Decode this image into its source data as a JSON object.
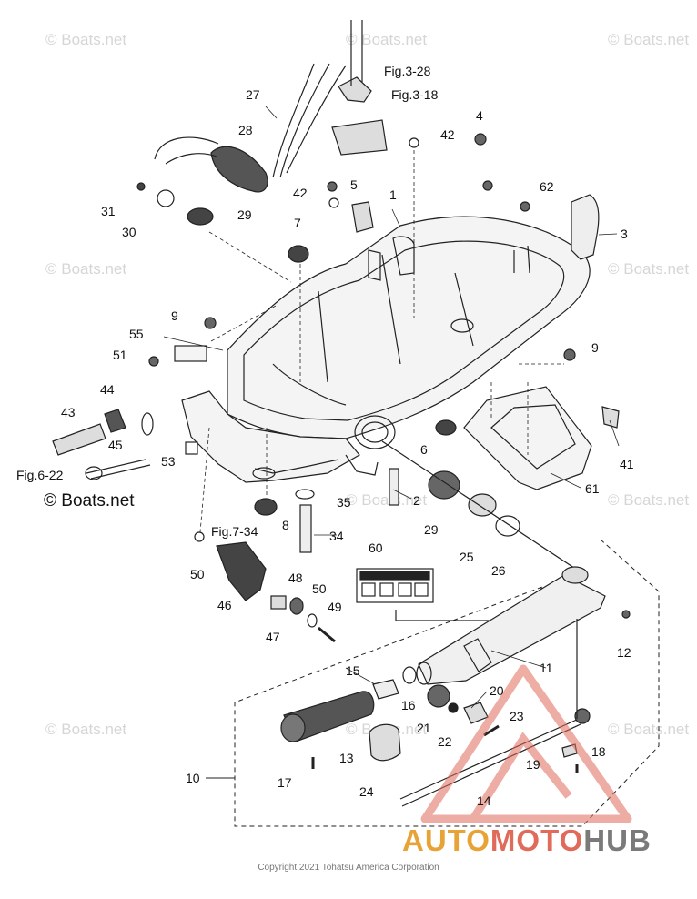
{
  "watermark_text": "© Boats.net",
  "copyright": "Copyright 2021 Tohatsu America Corporation",
  "brand": {
    "part1": "AUTO",
    "part2": "MOTO",
    "part3": "HUB",
    "colors": {
      "auto": "#e8a336",
      "moto": "#e06b5a",
      "hub": "#7a7a7a"
    }
  },
  "labels": {
    "p1": "1",
    "p2": "2",
    "p3": "3",
    "p4": "4",
    "p5": "5",
    "p6": "6",
    "p7": "7",
    "p8": "8",
    "p9a": "9",
    "p9b": "9",
    "p10": "10",
    "p11": "11",
    "p12": "12",
    "p13": "13",
    "p14": "14",
    "p15": "15",
    "p16": "16",
    "p17": "17",
    "p18": "18",
    "p19": "19",
    "p20": "20",
    "p21": "21",
    "p22": "22",
    "p23": "23",
    "p24": "24",
    "p25": "25",
    "p26": "26",
    "p27": "27",
    "p28": "28",
    "p29a": "29",
    "p29b": "29",
    "p30": "30",
    "p31": "31",
    "p34": "34",
    "p35": "35",
    "p41": "41",
    "p42a": "42",
    "p42b": "42",
    "p43": "43",
    "p44": "44",
    "p45": "45",
    "p46": "46",
    "p47": "47",
    "p48": "48",
    "p49": "49",
    "p50a": "50",
    "p50b": "50",
    "p51": "51",
    "p53": "53",
    "p55": "55",
    "p60": "60",
    "p61": "61",
    "p62": "62",
    "fig328": "Fig.3-28",
    "fig318": "Fig.3-18",
    "fig622": "Fig.6-22",
    "fig734": "Fig.7-34"
  }
}
